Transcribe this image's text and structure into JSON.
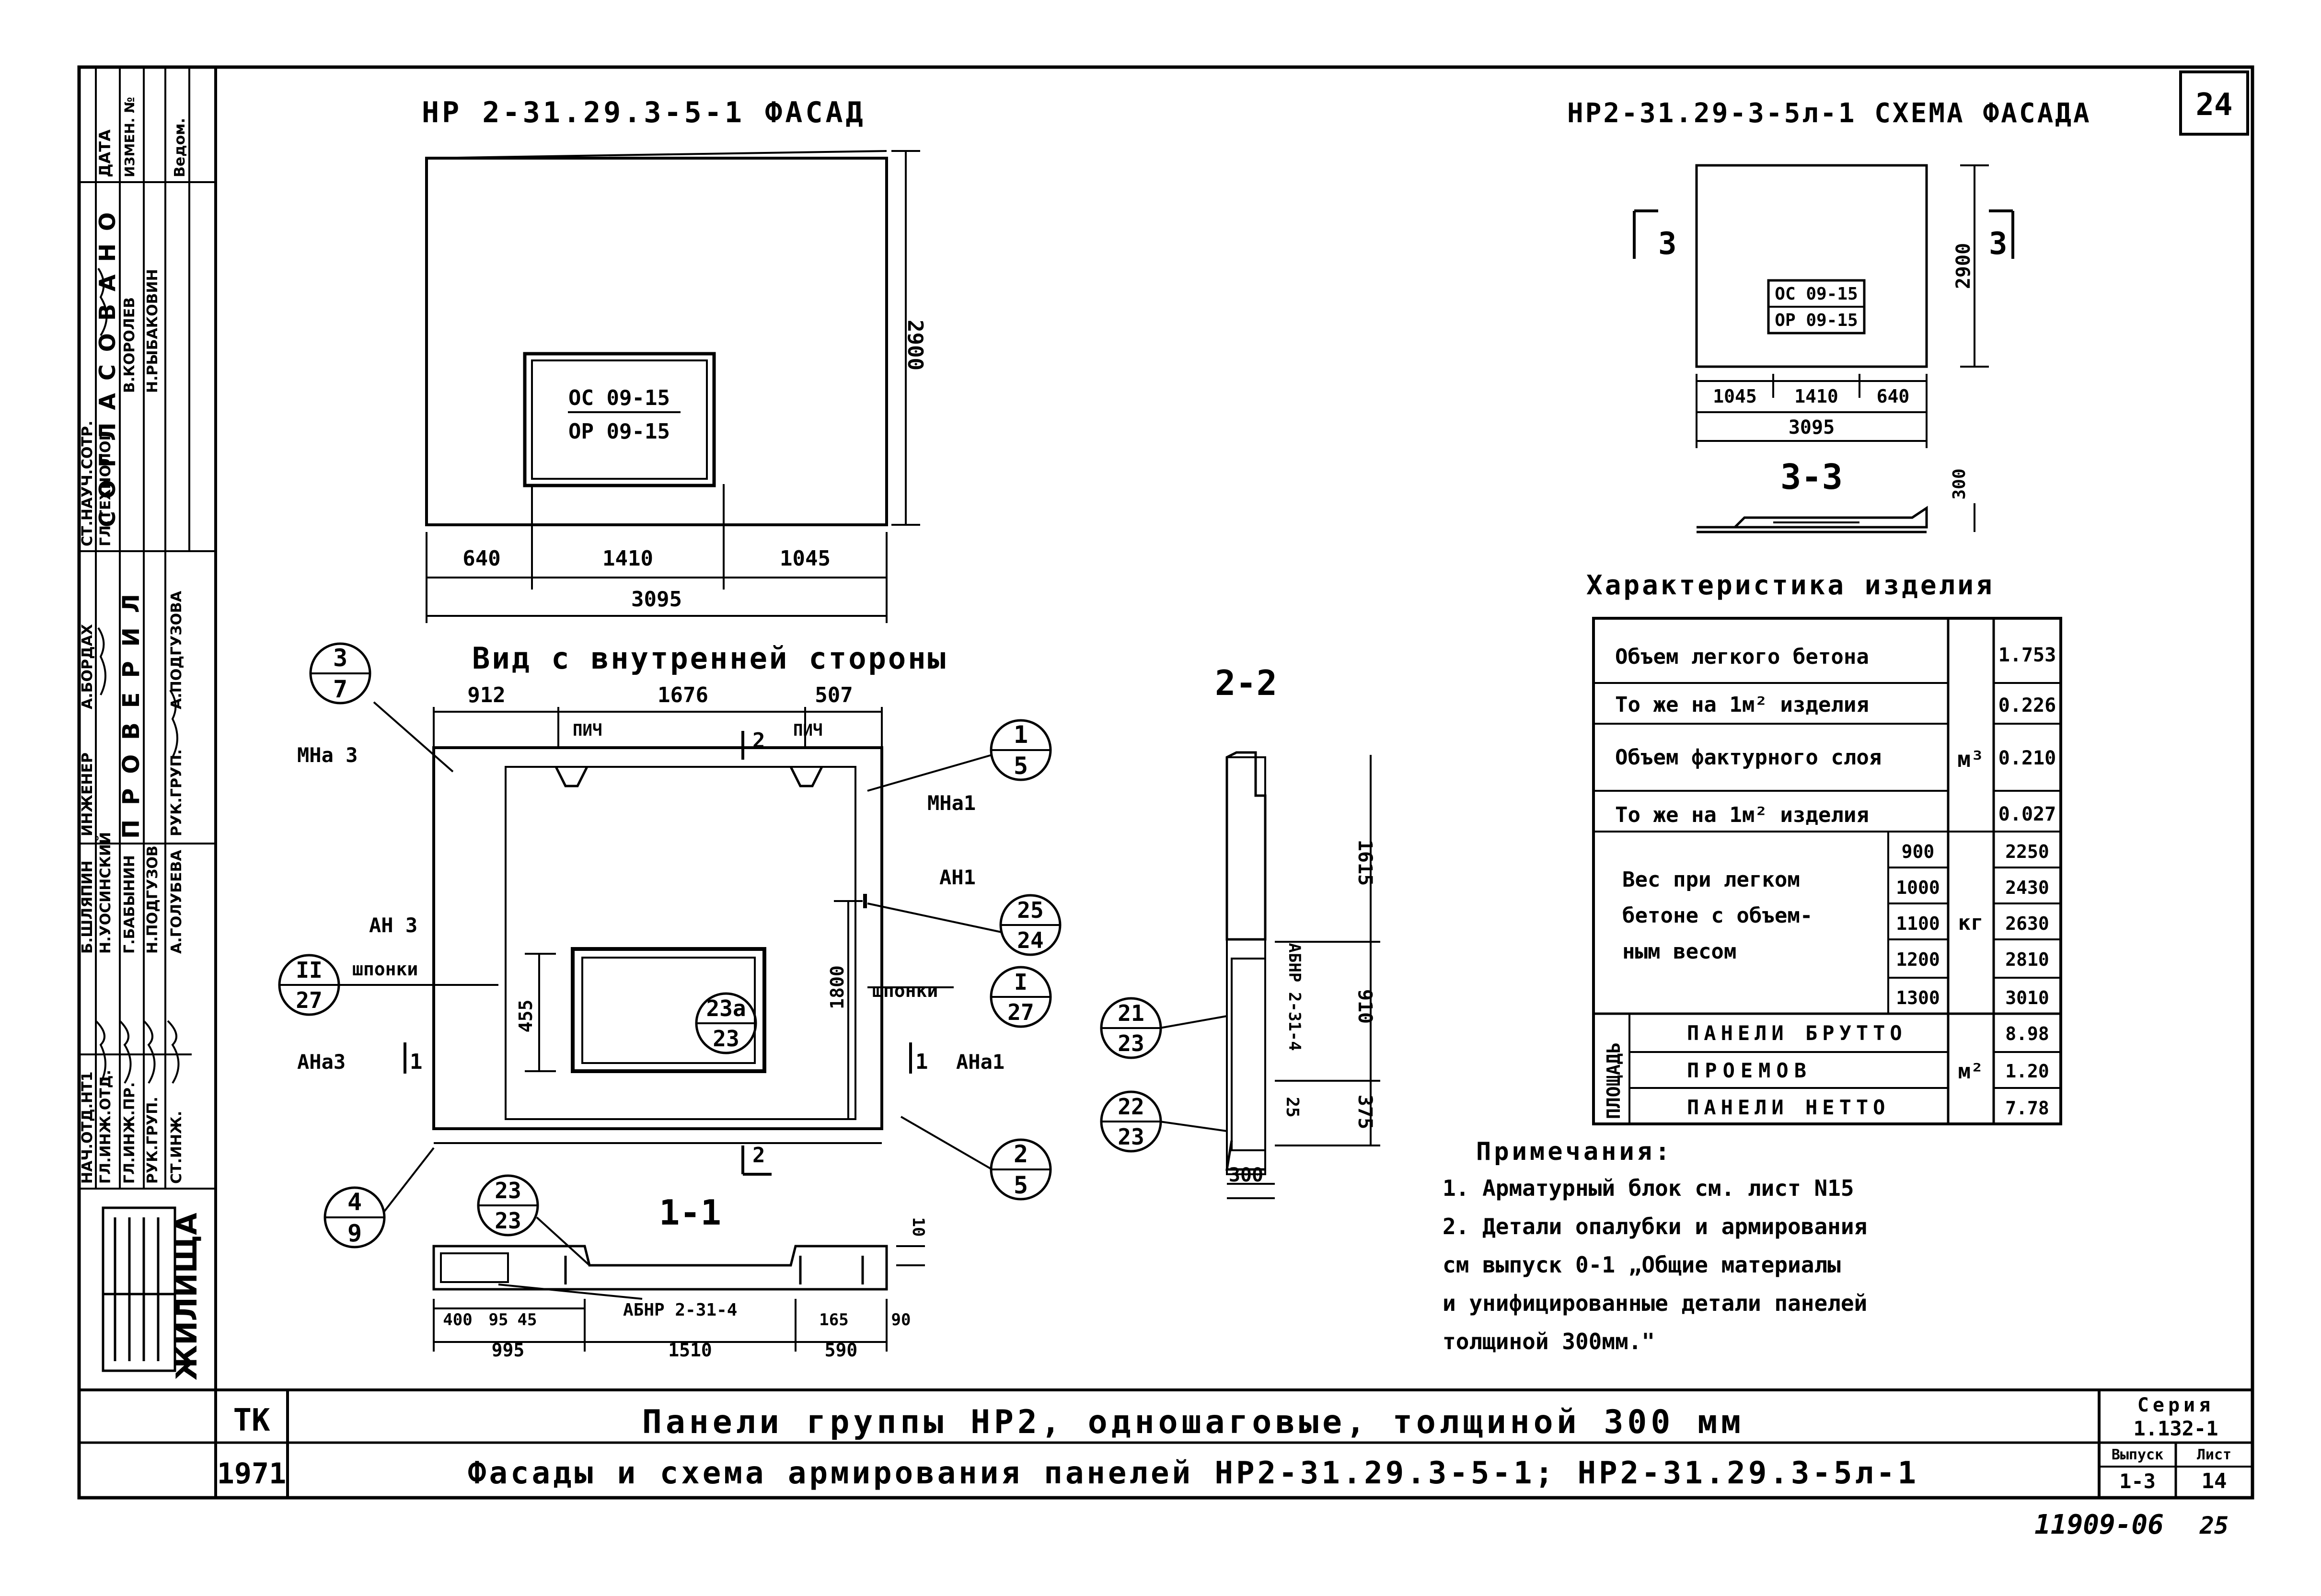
{
  "sheet": {
    "page_number": "24",
    "bottom_code": "11909-06",
    "bottom_code_suffix": "25"
  },
  "titles": {
    "facade": "НР 2-31.29.3-5-1 ФАСАД",
    "scheme": "НР2-31.29-3-5л-1  СХЕМА ФАСАДА",
    "inside_view": "Вид с внутренней стороны",
    "section_22": "2-2",
    "section_33": "3-3",
    "section_11": "1-1",
    "characteristics": "Характеристика изделия"
  },
  "facade": {
    "opening_top": "ОС 09-15",
    "opening_bottom": "ОР 09-15",
    "height": "2900",
    "dim1": "640",
    "dim2": "1410",
    "dim3": "1045",
    "total": "3095"
  },
  "scheme": {
    "opening_top": "ОС 09-15",
    "opening_bottom": "ОР 09-15",
    "height": "2900",
    "dim1": "1045",
    "dim2": "1410",
    "dim3": "640",
    "total": "3095",
    "cut_left": "3",
    "cut_right": "3",
    "section_thickness": "300"
  },
  "inside": {
    "top_dim1": "912",
    "top_dim2": "1676",
    "top_dim3": "507",
    "pich1": "ПИЧ",
    "pich2": "ПИЧ",
    "cut_top": "2",
    "cut_bottom": "2",
    "cut_left": "1",
    "cut_right": "1",
    "mna3": "МНа 3",
    "mna1": "МНа1",
    "an3": "АН 3",
    "an1": "АН1",
    "ana3": "АНа3",
    "ana1": "АНа1",
    "shponki_left": "шпонки",
    "shponki_right": "шпонки",
    "dim_455": "455",
    "dim_1800": "1800",
    "callouts": [
      {
        "top": "3",
        "bottom": "7"
      },
      {
        "top": "1",
        "bottom": "5"
      },
      {
        "top": "25",
        "bottom": "24"
      },
      {
        "top": "II",
        "bottom": "27"
      },
      {
        "top": "I",
        "bottom": "27"
      },
      {
        "top": "23а",
        "bottom": "23"
      },
      {
        "top": "2",
        "bottom": "5"
      },
      {
        "top": "4",
        "bottom": "9"
      },
      {
        "top": "21",
        "bottom": "23"
      },
      {
        "top": "22",
        "bottom": "23"
      },
      {
        "top": "23",
        "bottom": "23"
      }
    ]
  },
  "section22": {
    "dim1": "1615",
    "dim2": "910",
    "dim3": "375",
    "dim4": "25",
    "width": "300",
    "label": "АБНР 2-31-4"
  },
  "section11": {
    "label": "АБНР 2-31-4",
    "d400": "400",
    "d95": "95",
    "d45": "45",
    "d165": "165",
    "d90": "90",
    "d10": "10",
    "d995": "995",
    "d1510": "1510",
    "d590": "590"
  },
  "characteristics": {
    "rows": [
      {
        "label": "Объем легкого бетона",
        "value": "1.753"
      },
      {
        "label": "То же на 1м² изделия",
        "value": "0.226"
      },
      {
        "label": "Объем фактурного слоя",
        "value": "0.210"
      },
      {
        "label": "То же на 1м² изделия",
        "value": "0.027"
      }
    ],
    "unit_m3": "м³",
    "weight_label": [
      "Вес при легком",
      "бетоне с объем-",
      "ным весом"
    ],
    "weight_rows": [
      {
        "density": "900",
        "value": "2250"
      },
      {
        "density": "1000",
        "value": "2430"
      },
      {
        "density": "1100",
        "value": "2630"
      },
      {
        "density": "1200",
        "value": "2810"
      },
      {
        "density": "1300",
        "value": "3010"
      }
    ],
    "unit_kg": "кг",
    "area_label": "ПЛОЩАДЬ",
    "area_rows": [
      {
        "label": "ПАНЕЛИ БРУТТО",
        "value": "8.98"
      },
      {
        "label": "ПРОЕМОВ",
        "value": "1.20"
      },
      {
        "label": "ПАНЕЛИ НЕТТО",
        "value": "7.78"
      }
    ],
    "unit_m2": "м²"
  },
  "notes": {
    "heading": "Примечания:",
    "lines": [
      "1. Арматурный блок см. лист N15",
      "2. Детали опалубки и армирования",
      "   см выпуск 0-1 „Общие материалы",
      "   и унифицированные детали панелей",
      "   толщиной 300мм.\""
    ]
  },
  "title_block": {
    "tk": "ТК",
    "year": "1971",
    "title_line1": "Панели группы НР2, одношаговые, толщиной 300 мм",
    "title_line2": "Фасады и схема армирования панелей НР2-31.29.3-5-1; НР2-31.29.3-5л-1",
    "seria_label": "Серия",
    "seria_value": "1.132-1",
    "vypusk_label": "Выпуск",
    "vypusk_value": "1-3",
    "list_label": "Лист",
    "list_value": "14"
  },
  "stamp": {
    "org": "ЖИЛИЩА",
    "soglasovano": "СОГЛАСОВАНО",
    "provereno": "ПРОВЕРИЛ",
    "date": "ДАТА",
    "izmen": "ИЗМЕН. №",
    "vedom": "Ведом.",
    "roles": [
      "НАЧ.ОТД.НТ1",
      "ГЛ.ИНЖ.ОТД.",
      "ГЛ.ИНЖ.ПР.",
      "РУК.ГРУП.",
      "СТ.ИНЖ."
    ],
    "names": [
      "Б.ШЛЯПИН",
      "Н.УОСИНСКИЙ",
      "Г.БАБЫНИН",
      "Н.ПОДГУЗОВ",
      "А.ГОЛУБЕВА"
    ],
    "roles2": [
      "ИНЖЕНЕР",
      "РУК.ГРУП."
    ],
    "names2": [
      "А.БОРДАХ",
      "А.ПОДГУЗОВА"
    ],
    "soglas_roles": [
      "СТ.НАУЧ.СОТР.",
      "ГЛ.ТЕХНОЛОГ"
    ],
    "soglas_names": [
      "В.КОРОЛЕВ",
      "Н.РЫБАКОВИН"
    ]
  }
}
